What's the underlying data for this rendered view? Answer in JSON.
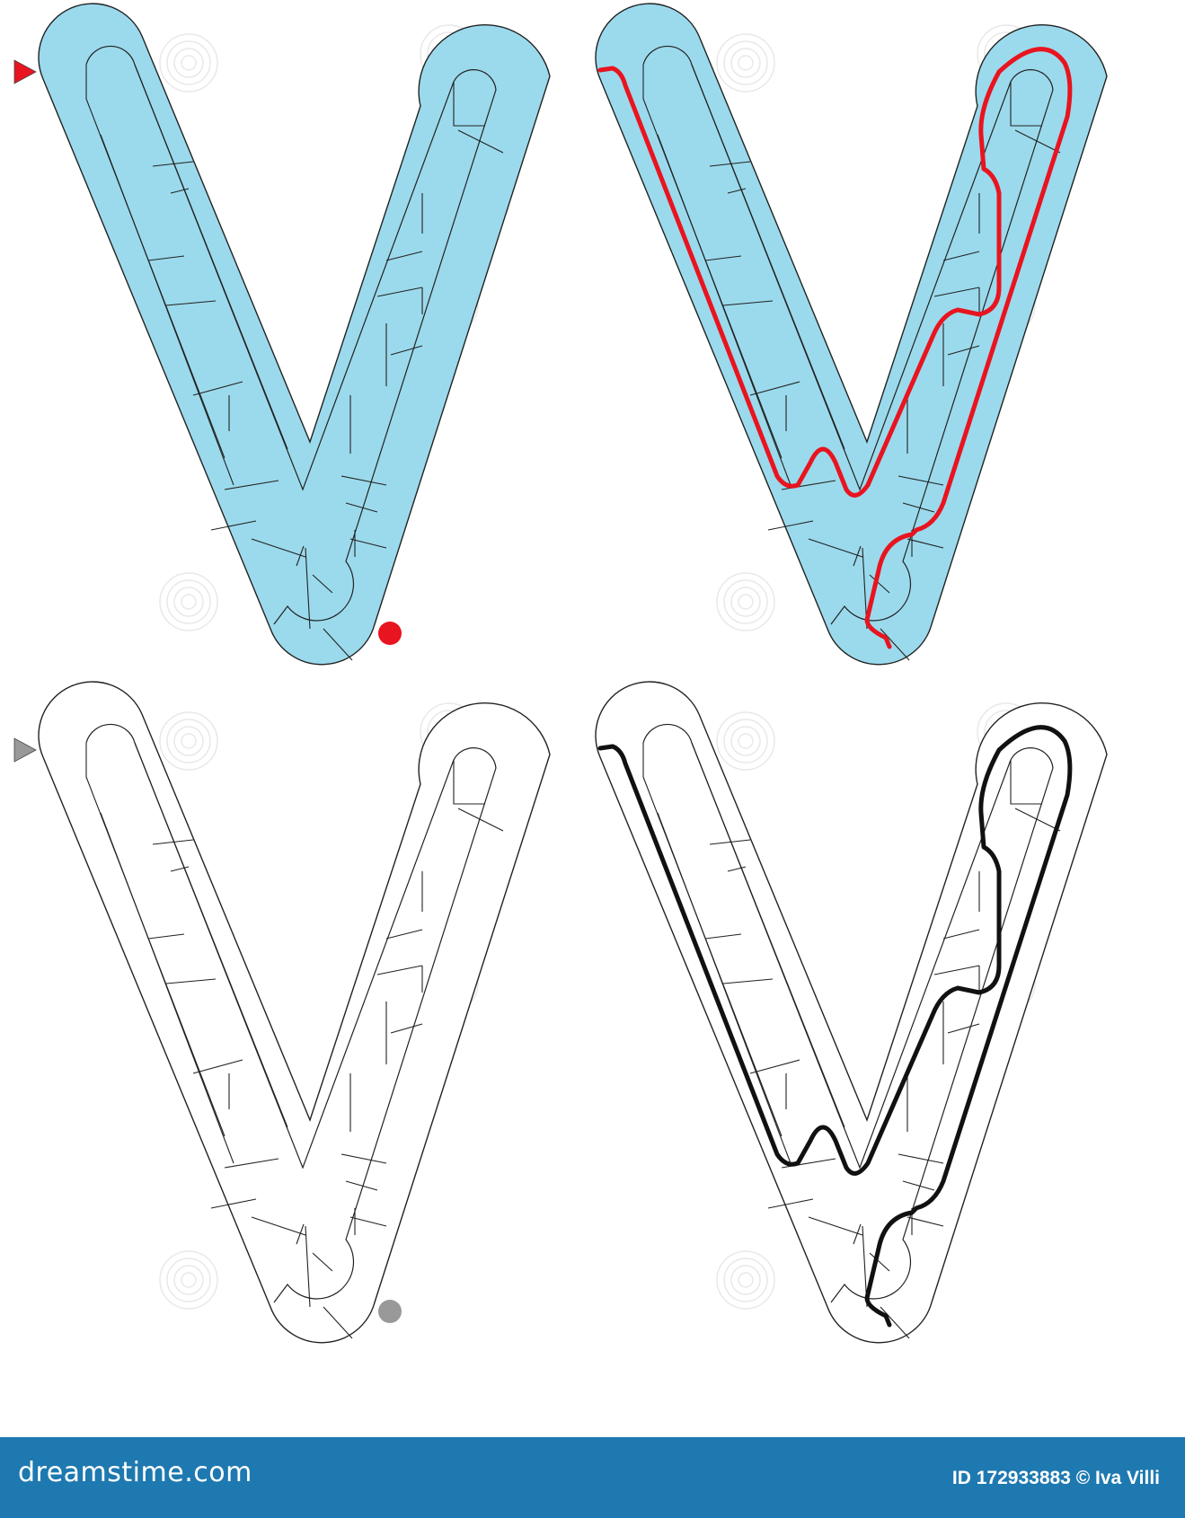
{
  "colors": {
    "maze_fill": "#9bdaec",
    "wall": "#222222",
    "solution_color": "#e8141f",
    "solution_mono": "#111111",
    "marker_color": "#e8141f",
    "marker_gray": "#999999",
    "footer_bg": "#1e79b0",
    "watermark": "#d7d7d7"
  },
  "panels": [
    {
      "name": "maze-colored",
      "filled": true,
      "solution": false,
      "markers": true,
      "marker_color": "#e8141f"
    },
    {
      "name": "maze-colored-solution",
      "filled": true,
      "solution": true,
      "markers": false,
      "solution_color": "#e8141f"
    },
    {
      "name": "maze-outline",
      "filled": false,
      "solution": false,
      "markers": true,
      "marker_color": "#999999"
    },
    {
      "name": "maze-outline-solution",
      "filled": false,
      "solution": true,
      "markers": false,
      "solution_color": "#111111"
    }
  ],
  "footer": {
    "brand": "dreamstime.com",
    "image_id": "ID 172933883 © Iva Villi"
  },
  "icons": [
    "start-arrow-icon",
    "finish-dot-icon",
    "watermark-spiral-icon"
  ]
}
